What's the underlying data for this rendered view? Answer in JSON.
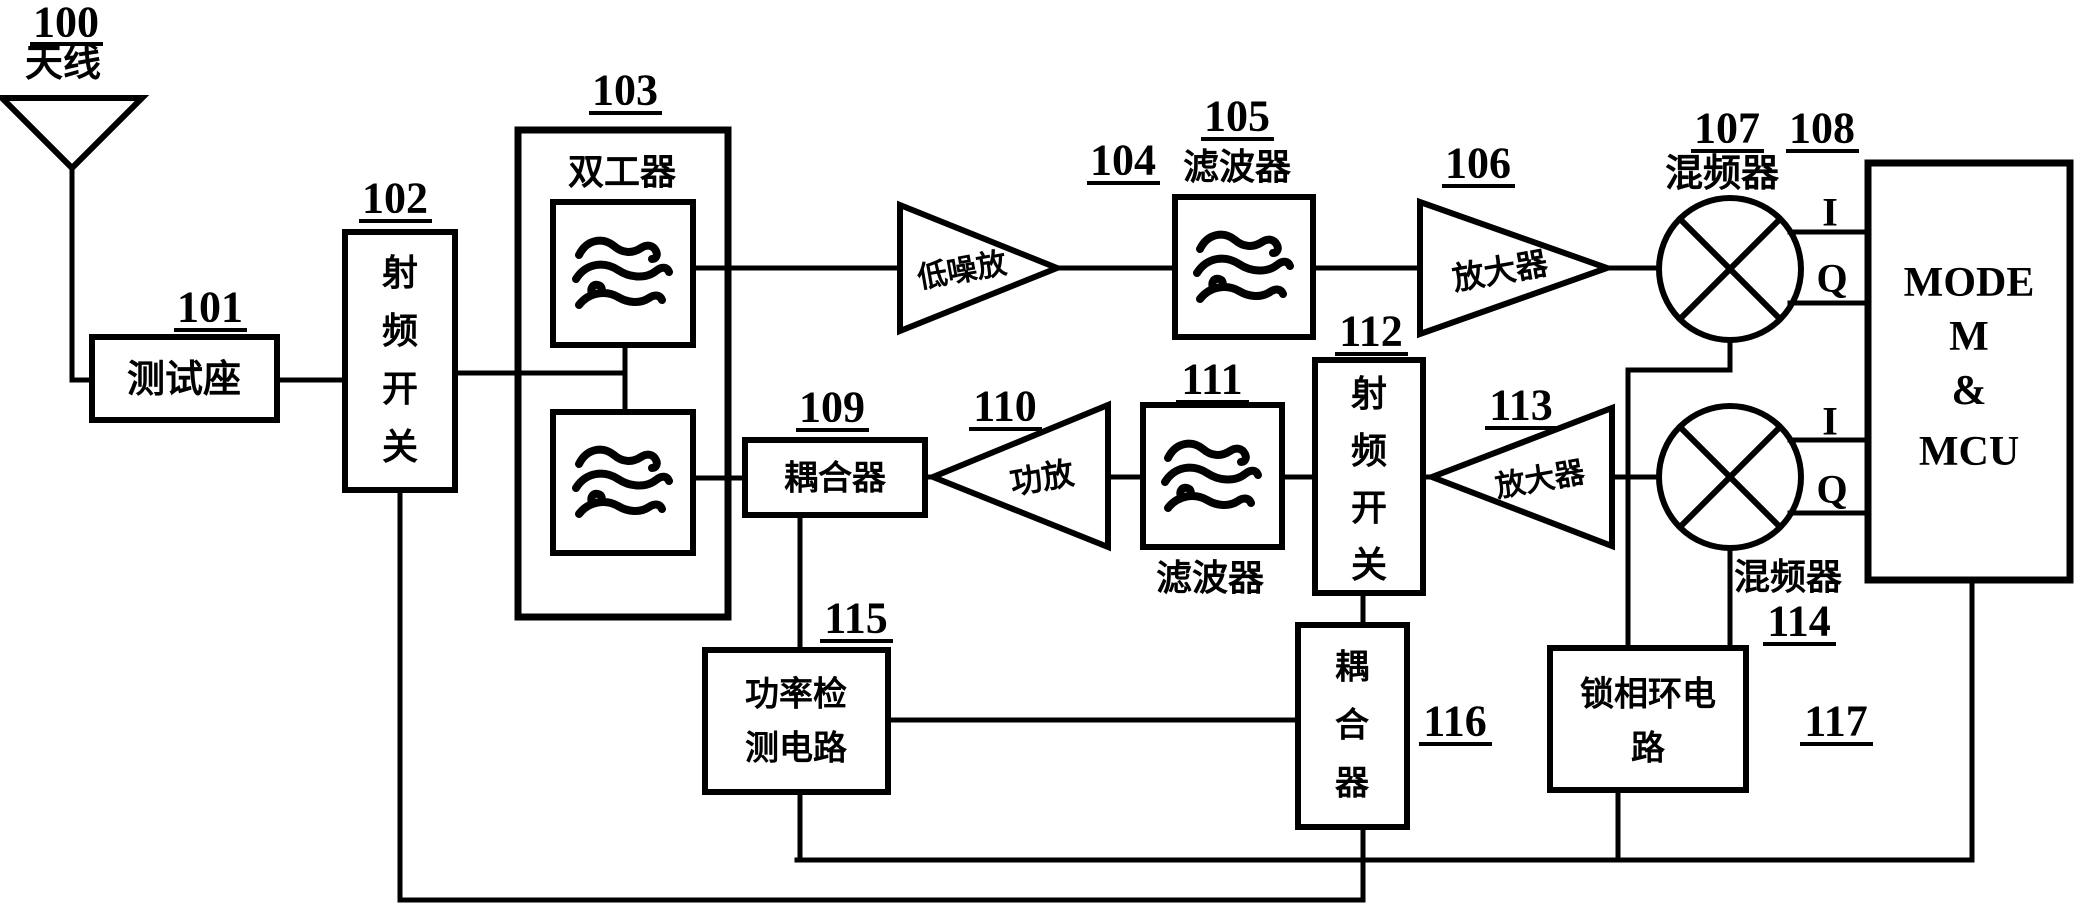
{
  "figure": {
    "background_color": "#ffffff",
    "line_color": "#000000",
    "type": "rf-transceiver-block-diagram"
  },
  "blocks": {
    "antenna": {
      "ref": "100",
      "name": "天线"
    },
    "test_socket": {
      "ref": "101",
      "name": "测试座"
    },
    "rf_switch_1": {
      "ref": "102",
      "name": "射频开关",
      "chars": [
        "射",
        "频",
        "开",
        "关"
      ]
    },
    "duplexer": {
      "ref": "103",
      "name": "双工器"
    },
    "lna": {
      "ref": "104",
      "name": "低噪放"
    },
    "filter_rx": {
      "ref": "105",
      "name": "滤波器"
    },
    "amplifier_rx": {
      "ref": "106",
      "name": "放大器"
    },
    "mixer_rx": {
      "ref": "107",
      "name": "混频器",
      "port_i": "I",
      "port_q": "Q"
    },
    "modem": {
      "ref": "108",
      "name": "MODEM & MCU",
      "lines": [
        "MODE",
        "M",
        "&",
        "MCU"
      ]
    },
    "coupler_1": {
      "ref": "109",
      "name": "耦合器"
    },
    "pa": {
      "ref": "110",
      "name": "功放"
    },
    "filter_tx": {
      "ref": "111",
      "name": "滤波器"
    },
    "rf_switch_2": {
      "ref": "112",
      "name": "射频开关",
      "chars": [
        "射",
        "频",
        "开",
        "关"
      ]
    },
    "amplifier_tx": {
      "ref": "113",
      "name": "放大器"
    },
    "mixer_tx": {
      "ref": "114",
      "name": "混频器",
      "port_i": "I",
      "port_q": "Q"
    },
    "power_detect": {
      "ref": "115",
      "name": "功率检测电路",
      "lines": [
        "功率检",
        "测电路"
      ]
    },
    "coupler_2": {
      "ref": "116",
      "name": "耦合器",
      "chars": [
        "耦",
        "合",
        "器"
      ]
    },
    "pll": {
      "ref": "117",
      "name": "锁相环电路",
      "lines": [
        "锁相环电",
        "路"
      ]
    }
  }
}
